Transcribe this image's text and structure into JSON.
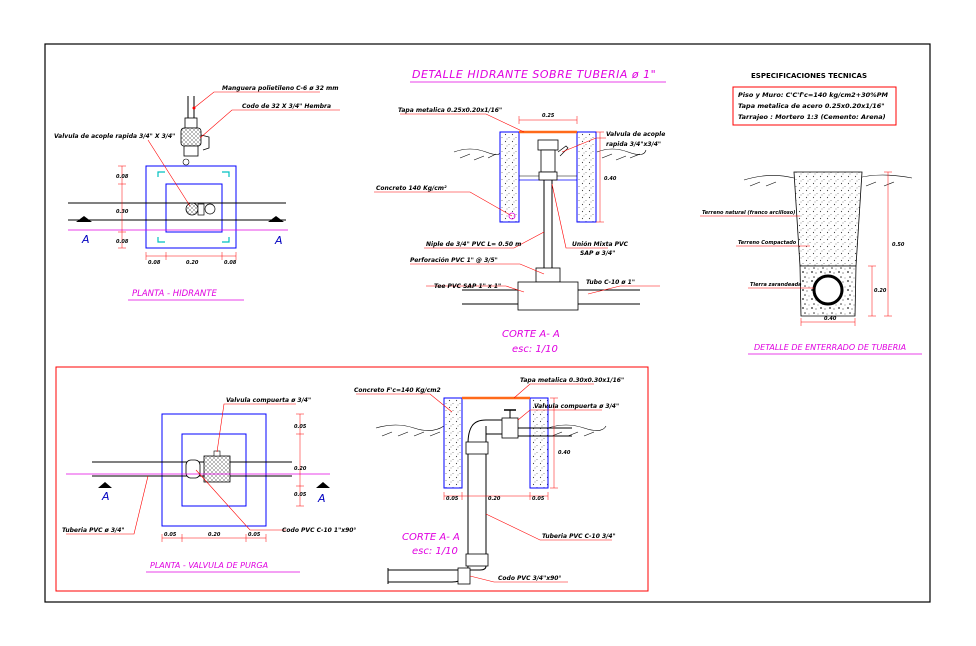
{
  "colors": {
    "border": "#000000",
    "concrete_blue": "#0000ff",
    "magenta": "#e000e0",
    "leader_red": "#ff0000",
    "cap_orange": "#ff6a1a",
    "cyan": "#00c0c0",
    "pipe_green": "#00a000"
  },
  "titles": {
    "main": "DETALLE  HIDRANTE  SOBRE  TUBERIA  ø  1\"",
    "plan_hydrant": "PLANTA  -  HIDRANTE",
    "section_hydrant_1": "CORTE A- A",
    "section_hydrant_2": "esc:  1/10",
    "plan_valve": "PLANTA  -  VALVULA DE PURGA",
    "section_valve_1": "CORTE A- A",
    "section_valve_2": "esc:  1/10",
    "buried": "DETALLE  DE  ENTERRADO  DE  TUBERIA"
  },
  "specs": {
    "heading": "ESPECIFICACIONES  TECNICAS",
    "line1": "Piso y Muro: C'C'f'c=140 kg/cm2+30%PM",
    "line2": "Tapa metalica de acero  0.25x0.20x1/16\"",
    "line3": "Tarrajeo : Mortero 1:3 (Cemento: Arena)"
  },
  "plan_hydrant": {
    "hose_label": "Manguera polietileno  C-6 ø 32 mm",
    "elbow_label": "Codo de 32 X 3/4\" Hembra",
    "valve_label": "Valvula de acople rapida 3/4\" X 3/4\"",
    "section_a": "A",
    "dims": {
      "d1": "0.08",
      "d2": "0.30",
      "d3": "0.08",
      "w1": "0.08",
      "w2": "0.20",
      "w3": "0.08"
    }
  },
  "section_hydrant": {
    "cap_label": "Tapa metalica 0.25x0.20x1/16\"",
    "cap_dim": "0.25",
    "valve_label_1": "Valvula de acople",
    "valve_label_2": "rapida 3/4\"x3/4\"",
    "concrete_label": "Concreto  140 Kg/cm²",
    "height_dim": "0.40",
    "nipple_label": "Niple de 3/4\" PVC L= 0.50 m",
    "union_label_1": "Unión Mixta PVC",
    "union_label_2": "SAP ø 3/4\"",
    "perf_label": "Perforación PVC  1\" @ 3/5\"",
    "tee_label": "Tee PVC SAP 1\"  x   1\"",
    "tube_label": "Tubo  C-10   ø  1\""
  },
  "buried": {
    "natural_label": "Terreno natural (franco arcilloso)",
    "compacted_label": "Terreno Compactado",
    "sifted_label": "Tierra zarandeada",
    "dim_total": "0.50",
    "dim_low": "0.20",
    "dim_width": "0.40"
  },
  "plan_valve": {
    "valve_label": "Valvula compuerta  ø 3/4\"",
    "pipe_label": "Tuberia PVC  ø 3/4\"",
    "elbow_label": "Codo PVC C-10  1\"x90°",
    "section_a": "A",
    "dims": {
      "d1": "0.05",
      "d2": "0.20",
      "d3": "0.05",
      "w1": "0.05",
      "w2": "0.20",
      "w3": "0.05"
    }
  },
  "section_valve": {
    "concrete_label": "Concreto  F'c=140 Kg/cm2",
    "cap_label": "Tapa metalica  0.30x0.30x1/16\"",
    "valve_label": "Valvula compuerta  ø 3/4\"",
    "height_dim": "0.40",
    "d1": "0.05",
    "d2": "0.20",
    "d3": "0.05",
    "tube_label": "Tuberia PVC C-10 3/4\"",
    "elbow_label": "Codo PVC 3/4\"x90°"
  }
}
